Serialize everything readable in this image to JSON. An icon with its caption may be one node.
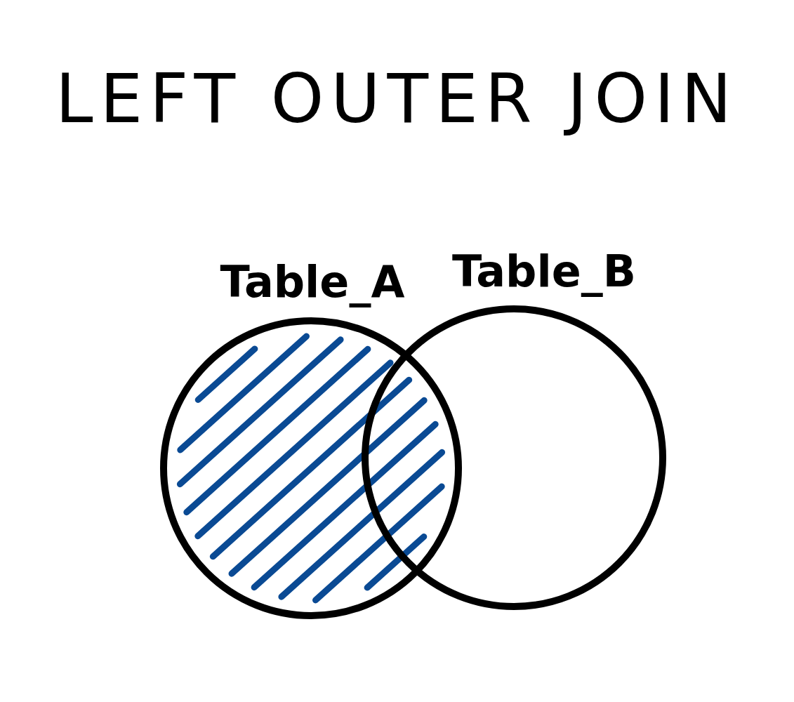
{
  "diagram": {
    "title": "LEFT OUTER JOIN",
    "nodes": [
      {
        "text": [
          "Table_A"
        ]
      },
      {
        "text": [
          "Table_B"
        ]
      }
    ]
  }
}
